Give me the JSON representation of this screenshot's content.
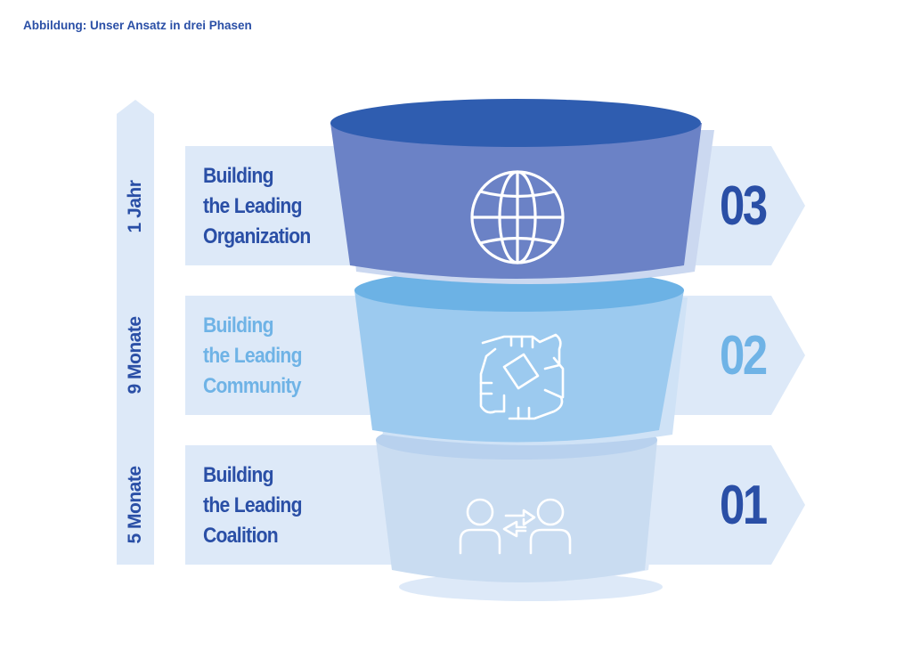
{
  "caption": "Abbildung: Unser Ansatz in drei Phasen",
  "timeline": {
    "labels": [
      "1 Jahr",
      "9 Monate",
      "5 Monate"
    ]
  },
  "phases": [
    {
      "number": "03",
      "title_lines": [
        "Building",
        "the Leading",
        "Organization"
      ],
      "icon": "globe-icon",
      "title_color": "#2a4fa6",
      "number_color": "#2a4fa6"
    },
    {
      "number": "02",
      "title_lines": [
        "Building",
        "the Leading",
        "Community"
      ],
      "icon": "teamwork-hands-icon",
      "title_color": "#6fb3e6",
      "number_color": "#6fb3e6"
    },
    {
      "number": "01",
      "title_lines": [
        "Building",
        "the Leading",
        "Coalition"
      ],
      "icon": "people-exchange-icon",
      "title_color": "#2a4fa6",
      "number_color": "#2a4fa6"
    }
  ],
  "colors": {
    "band": "#dde9f8",
    "funnel_top": "#6b82c6",
    "funnel_top_rim": "#2f5db0",
    "funnel_mid": "#9ccaef",
    "funnel_mid_rim": "#6cb2e5",
    "funnel_bottom": "#c9dcf1",
    "funnel_bottom_rim": "#b8d1ee"
  }
}
